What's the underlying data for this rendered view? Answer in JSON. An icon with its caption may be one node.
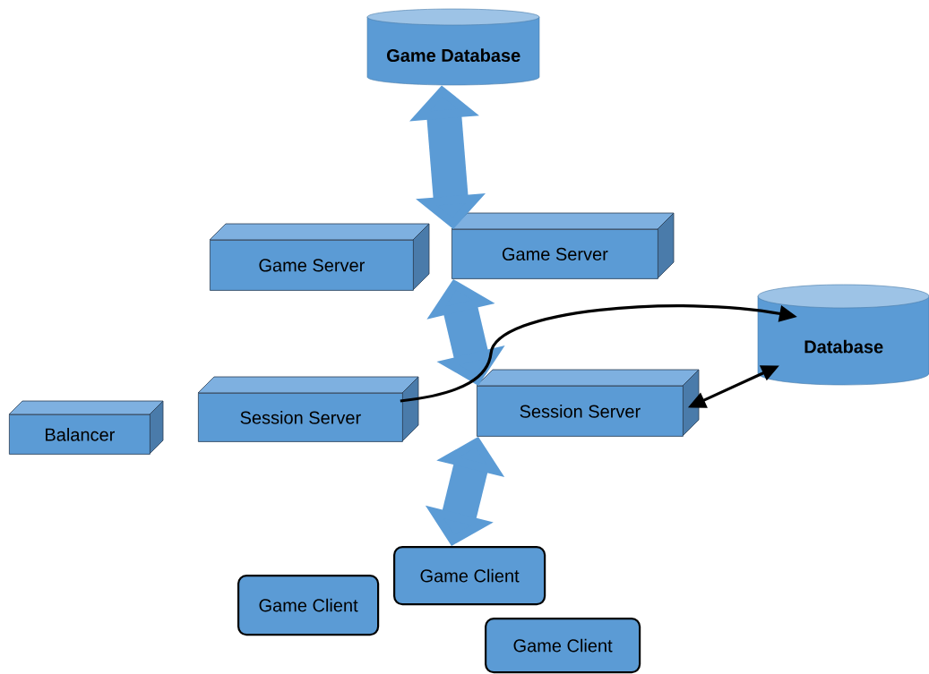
{
  "diagram": {
    "nodes": [
      {
        "text": [
          "Game Database"
        ]
      },
      {
        "text": [
          "Game Server"
        ]
      },
      {
        "text": [
          "Game Server"
        ]
      },
      {
        "text": [
          "Database"
        ]
      },
      {
        "text": [
          "Balancer"
        ]
      },
      {
        "text": [
          "Session Server"
        ]
      },
      {
        "text": [
          "Session Server"
        ]
      },
      {
        "text": [
          "Game Client"
        ]
      },
      {
        "text": [
          "Game Client"
        ]
      },
      {
        "text": [
          "Game Client"
        ]
      }
    ],
    "edges": [
      {
        "from": 0,
        "to": 2,
        "arrow": "both"
      },
      {
        "from": 2,
        "to": 6,
        "arrow": "both"
      },
      {
        "from": 6,
        "to": 7,
        "arrow": "both"
      },
      {
        "from": 5,
        "to": 3,
        "arrow": "to",
        "color": "#000000"
      },
      {
        "from": 6,
        "to": 3,
        "arrow": "both",
        "color": "#000000"
      }
    ]
  }
}
